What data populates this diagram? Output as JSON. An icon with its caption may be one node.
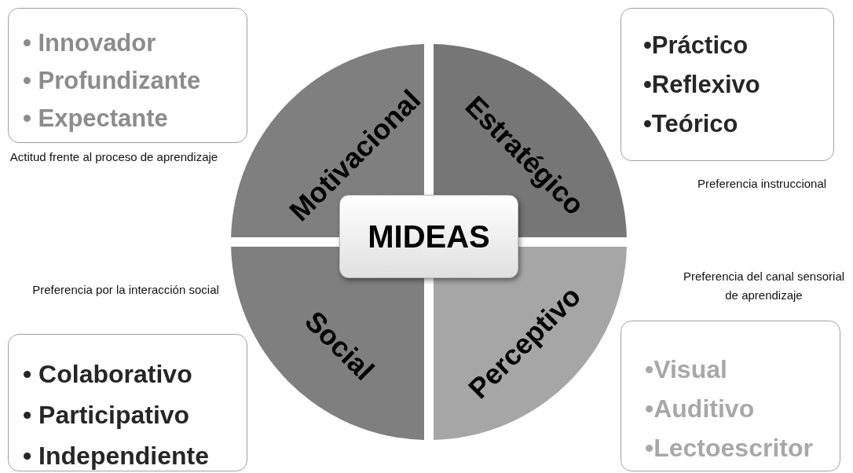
{
  "diagram": {
    "nodes": [
      {
        "text": [
          "• Innovador",
          "• Profundizante",
          "• Expectante"
        ]
      },
      {
        "text": [
          "•Práctico",
          "•Reflexivo",
          "•Teórico"
        ]
      },
      {
        "text": [
          "• Colaborativo",
          "• Participativo",
          "• Independiente"
        ]
      },
      {
        "text": [
          "•Visual",
          "•Auditivo",
          "•Lectoescritor"
        ]
      },
      {
        "text": [
          "Motivacional"
        ]
      },
      {
        "text": [
          "Estratégico"
        ]
      },
      {
        "text": [
          "Social"
        ]
      },
      {
        "text": [
          "Perceptivo"
        ]
      },
      {
        "text": [
          "MIDEAS"
        ]
      }
    ],
    "edges": [],
    "labels": [
      "Actitud frente al proceso de aprendizaje",
      "Preferencia instruccional",
      "Preferencia por la interacción social",
      "Preferencia del canal sensorial de aprendizaje"
    ]
  }
}
